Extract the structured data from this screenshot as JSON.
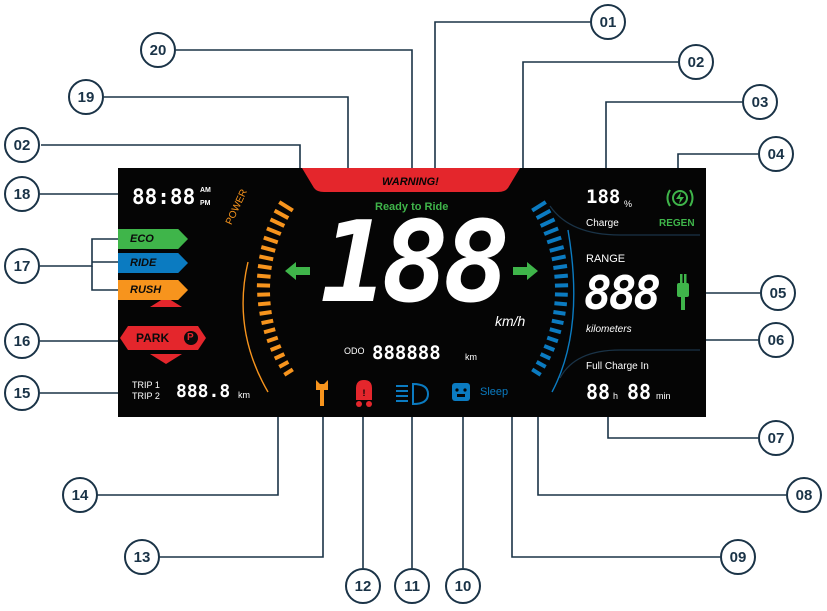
{
  "colors": {
    "navy": "#1a3347",
    "warning_red": "#e4262c",
    "green": "#3fb54a",
    "blue": "#0b7bc1",
    "orange": "#f7941d",
    "white": "#ffffff",
    "screen": "#050505"
  },
  "display": {
    "warning": "WARNING!",
    "ready": "Ready to Ride",
    "clock": {
      "digits": "88:88",
      "am": "AM",
      "pm": "PM"
    },
    "power_label": "POWER",
    "speed": {
      "digits": "188",
      "unit": "km/h"
    },
    "odo": {
      "label": "ODO",
      "digits": "888888",
      "unit": "km"
    },
    "trip": {
      "trip1": "TRIP 1",
      "trip2": "TRIP 2",
      "digits": "888.8",
      "unit": "km"
    },
    "modes": [
      "ECO",
      "RIDE",
      "RUSH"
    ],
    "park": {
      "label": "PARK",
      "badge": "P"
    },
    "charge": {
      "digits": "188",
      "unit": "%",
      "label": "Charge"
    },
    "regen": "REGEN",
    "range": {
      "label": "RANGE",
      "digits": "888",
      "unit": "kilometers"
    },
    "full_charge": {
      "label": "Full Charge In",
      "hours": "88",
      "h": "h",
      "minutes": "88",
      "min": "min"
    },
    "sleep": "Sleep",
    "icons": [
      "wrench-icon",
      "scooter-alert-icon",
      "headlight-icon",
      "sleep-icon",
      "plug-icon",
      "regen-icon",
      "turn-left-arrow-icon",
      "turn-right-arrow-icon"
    ]
  },
  "callouts": [
    "01",
    "02",
    "02",
    "03",
    "04",
    "05",
    "06",
    "07",
    "08",
    "09",
    "10",
    "11",
    "12",
    "13",
    "14",
    "15",
    "16",
    "17",
    "18",
    "19",
    "20"
  ]
}
